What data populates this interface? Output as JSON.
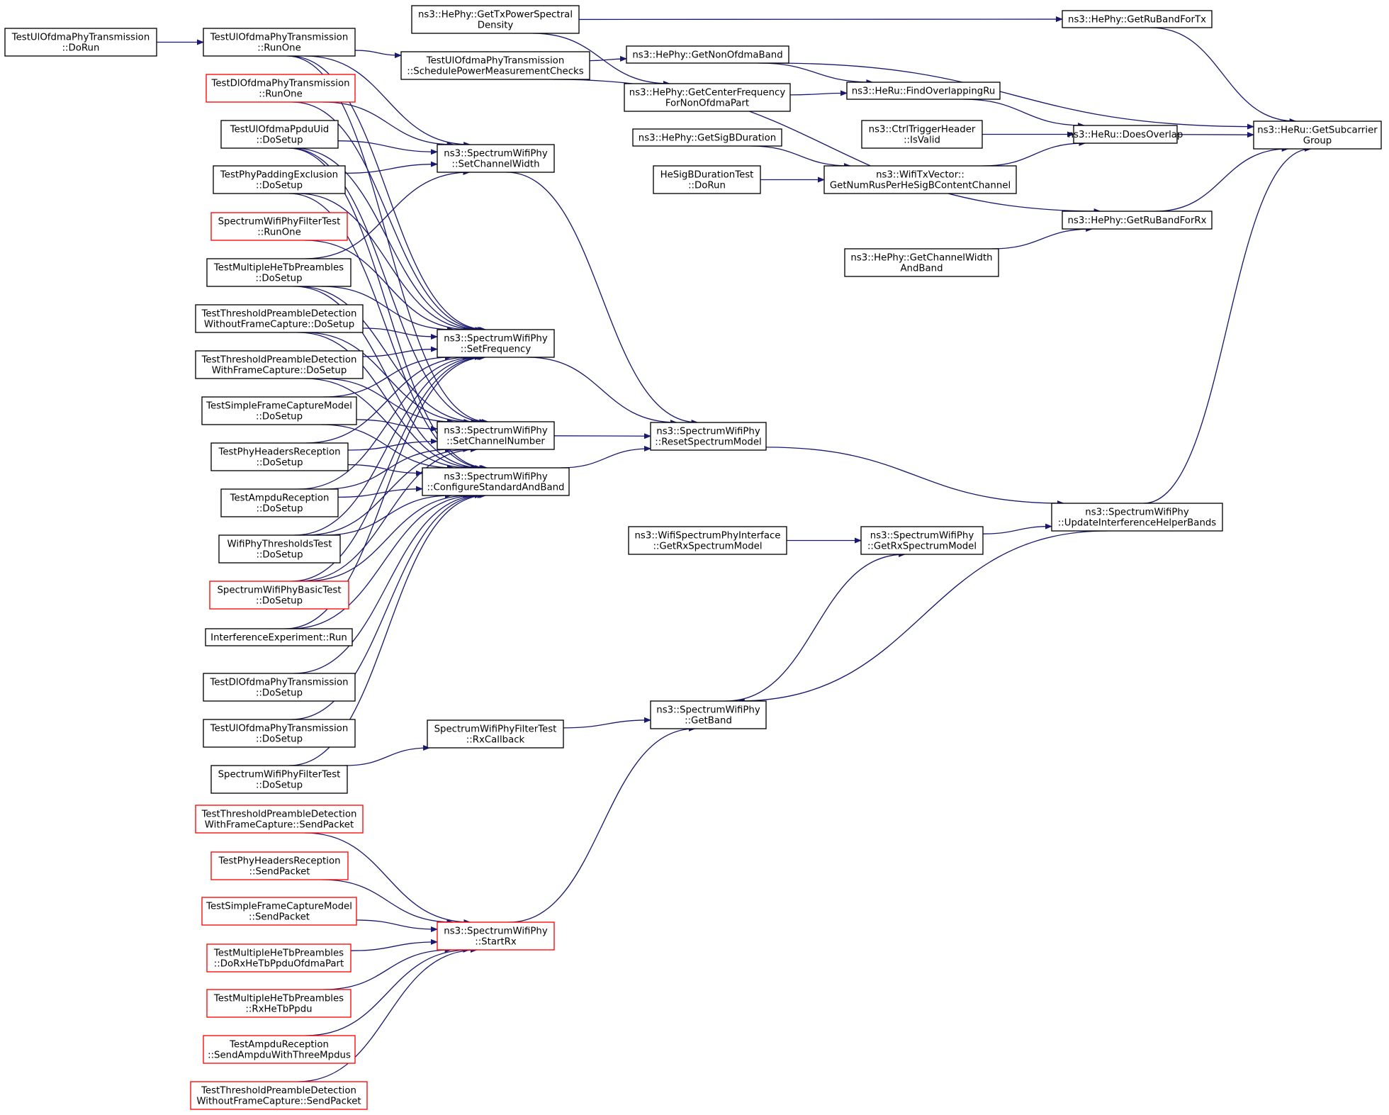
{
  "colors": {
    "edge": "#191970",
    "node_border": "#000000",
    "node_border_incomplete": "#ff0000",
    "node_fill": "#ffffff",
    "focus_fill": "#bfbfbf"
  },
  "nodes": [
    {
      "id": "getsub",
      "lines": [
        "ns3::HeRu::GetSubcarrier",
        "Group"
      ],
      "style": "focus"
    },
    {
      "id": "getrubandtx",
      "lines": [
        "ns3::HePhy::GetRuBandForTx"
      ],
      "style": "normal"
    },
    {
      "id": "gettxpsd",
      "lines": [
        "ns3::HePhy::GetTxPowerSpectral",
        "Density"
      ],
      "style": "normal"
    },
    {
      "id": "doesoverlap",
      "lines": [
        "ns3::HeRu::DoesOverlap"
      ],
      "style": "normal"
    },
    {
      "id": "getrubandrx",
      "lines": [
        "ns3::HePhy::GetRuBandForRx"
      ],
      "style": "normal"
    },
    {
      "id": "updatebands",
      "lines": [
        "ns3::SpectrumWifiPhy",
        "::UpdateInterferenceHelperBands"
      ],
      "style": "normal"
    },
    {
      "id": "getnonofdma",
      "lines": [
        "ns3::HePhy::GetNonOfdmaBand"
      ],
      "style": "normal"
    },
    {
      "id": "findoverlap",
      "lines": [
        "ns3::HeRu::FindOverlappingRu"
      ],
      "style": "normal"
    },
    {
      "id": "getcenterfreq",
      "lines": [
        "ns3::HePhy::GetCenterFrequency",
        "ForNonOfdmaPart"
      ],
      "style": "normal"
    },
    {
      "id": "ctrlvalid",
      "lines": [
        "ns3::CtrlTriggerHeader",
        "::IsValid"
      ],
      "style": "normal"
    },
    {
      "id": "getnumrus",
      "lines": [
        "ns3::WifiTxVector::",
        "GetNumRusPerHeSigBContentChannel"
      ],
      "style": "normal"
    },
    {
      "id": "getsigb",
      "lines": [
        "ns3::HePhy::GetSigBDuration"
      ],
      "style": "normal"
    },
    {
      "id": "hesigbtest",
      "lines": [
        "HeSigBDurationTest",
        "::DoRun"
      ],
      "style": "normal"
    },
    {
      "id": "getchwidthband",
      "lines": [
        "ns3::HePhy::GetChannelWidth",
        "AndBand"
      ],
      "style": "normal"
    },
    {
      "id": "schedpower",
      "lines": [
        "TestUlOfdmaPhyTransmission",
        "::SchedulePowerMeasurementChecks"
      ],
      "style": "normal"
    },
    {
      "id": "ulrunone",
      "lines": [
        "TestUlOfdmaPhyTransmission",
        "::RunOne"
      ],
      "style": "normal"
    },
    {
      "id": "uldorun",
      "lines": [
        "TestUlOfdmaPhyTransmission",
        "::DoRun"
      ],
      "style": "normal"
    },
    {
      "id": "resetspec",
      "lines": [
        "ns3::SpectrumWifiPhy",
        "::ResetSpectrumModel"
      ],
      "style": "normal"
    },
    {
      "id": "getrxspec",
      "lines": [
        "ns3::SpectrumWifiPhy",
        "::GetRxSpectrumModel"
      ],
      "style": "normal"
    },
    {
      "id": "ifgetrxspec",
      "lines": [
        "ns3::WifiSpectrumPhyInterface",
        "::GetRxSpectrumModel"
      ],
      "style": "normal"
    },
    {
      "id": "getband",
      "lines": [
        "ns3::SpectrumWifiPhy",
        "::GetBand"
      ],
      "style": "normal"
    },
    {
      "id": "setchwidth",
      "lines": [
        "ns3::SpectrumWifiPhy",
        "::SetChannelWidth"
      ],
      "style": "normal"
    },
    {
      "id": "setfreq",
      "lines": [
        "ns3::SpectrumWifiPhy",
        "::SetFrequency"
      ],
      "style": "normal"
    },
    {
      "id": "setchnum",
      "lines": [
        "ns3::SpectrumWifiPhy",
        "::SetChannelNumber"
      ],
      "style": "normal"
    },
    {
      "id": "configstd",
      "lines": [
        "ns3::SpectrumWifiPhy",
        "::ConfigureStandardAndBand"
      ],
      "style": "normal"
    },
    {
      "id": "startrx",
      "lines": [
        "ns3::SpectrumWifiPhy",
        "::StartRx"
      ],
      "style": "incomplete"
    },
    {
      "id": "filterrxcb",
      "lines": [
        "SpectrumWifiPhyFilterTest",
        "::RxCallback"
      ],
      "style": "normal"
    },
    {
      "id": "dlrunone",
      "lines": [
        "TestDlOfdmaPhyTransmission",
        "::RunOne"
      ],
      "style": "incomplete"
    },
    {
      "id": "ppduuid",
      "lines": [
        "TestUlOfdmaPpduUid",
        "::DoSetup"
      ],
      "style": "normal"
    },
    {
      "id": "padding",
      "lines": [
        "TestPhyPaddingExclusion",
        "::DoSetup"
      ],
      "style": "normal"
    },
    {
      "id": "filterrunone",
      "lines": [
        "SpectrumWifiPhyFilterTest",
        "::RunOne"
      ],
      "style": "incomplete"
    },
    {
      "id": "multihe",
      "lines": [
        "TestMultipleHeTbPreambles",
        "::DoSetup"
      ],
      "style": "normal"
    },
    {
      "id": "thrwithout",
      "lines": [
        "TestThresholdPreambleDetection",
        "WithoutFrameCapture::DoSetup"
      ],
      "style": "normal"
    },
    {
      "id": "thrwith",
      "lines": [
        "TestThresholdPreambleDetection",
        "WithFrameCapture::DoSetup"
      ],
      "style": "normal"
    },
    {
      "id": "simplecap",
      "lines": [
        "TestSimpleFrameCaptureModel",
        "::DoSetup"
      ],
      "style": "normal"
    },
    {
      "id": "headers",
      "lines": [
        "TestPhyHeadersReception",
        "::DoSetup"
      ],
      "style": "normal"
    },
    {
      "id": "ampdu",
      "lines": [
        "TestAmpduReception",
        "::DoSetup"
      ],
      "style": "normal"
    },
    {
      "id": "thresholds",
      "lines": [
        "WifiPhyThresholdsTest",
        "::DoSetup"
      ],
      "style": "normal"
    },
    {
      "id": "basic",
      "lines": [
        "SpectrumWifiPhyBasicTest",
        "::DoSetup"
      ],
      "style": "incomplete"
    },
    {
      "id": "interference",
      "lines": [
        "InterferenceExperiment::Run"
      ],
      "style": "normal"
    },
    {
      "id": "dldosetup",
      "lines": [
        "TestDlOfdmaPhyTransmission",
        "::DoSetup"
      ],
      "style": "normal"
    },
    {
      "id": "uldosetup",
      "lines": [
        "TestUlOfdmaPhyTransmission",
        "::DoSetup"
      ],
      "style": "normal"
    },
    {
      "id": "filterdosetup",
      "lines": [
        "SpectrumWifiPhyFilterTest",
        "::DoSetup"
      ],
      "style": "normal"
    },
    {
      "id": "sp_thrwith",
      "lines": [
        "TestThresholdPreambleDetection",
        "WithFrameCapture::SendPacket"
      ],
      "style": "incomplete"
    },
    {
      "id": "sp_headers",
      "lines": [
        "TestPhyHeadersReception",
        "::SendPacket"
      ],
      "style": "incomplete"
    },
    {
      "id": "sp_simple",
      "lines": [
        "TestSimpleFrameCaptureModel",
        "::SendPacket"
      ],
      "style": "incomplete"
    },
    {
      "id": "multihe_ofdma",
      "lines": [
        "TestMultipleHeTbPreambles",
        "::DoRxHeTbPpduOfdmaPart"
      ],
      "style": "incomplete"
    },
    {
      "id": "multihe_rx",
      "lines": [
        "TestMultipleHeTbPreambles",
        "::RxHeTbPpdu"
      ],
      "style": "incomplete"
    },
    {
      "id": "ampdu_send",
      "lines": [
        "TestAmpduReception",
        "::SendAmpduWithThreeMpdus"
      ],
      "style": "incomplete"
    },
    {
      "id": "sp_thrwithout",
      "lines": [
        "TestThresholdPreambleDetection",
        "WithoutFrameCapture::SendPacket"
      ],
      "style": "incomplete"
    }
  ],
  "edges": [
    [
      "getrubandtx",
      "getsub"
    ],
    [
      "getnonofdma",
      "getsub"
    ],
    [
      "doesoverlap",
      "getsub"
    ],
    [
      "getrubandrx",
      "getsub"
    ],
    [
      "updatebands",
      "getsub"
    ],
    [
      "gettxpsd",
      "getrubandtx"
    ],
    [
      "gettxpsd",
      "getcenterfreq"
    ],
    [
      "getnonofdma",
      "findoverlap"
    ],
    [
      "getcenterfreq",
      "findoverlap"
    ],
    [
      "findoverlap",
      "doesoverlap"
    ],
    [
      "ctrlvalid",
      "doesoverlap"
    ],
    [
      "getnumrus",
      "doesoverlap"
    ],
    [
      "getsigb",
      "getnumrus"
    ],
    [
      "hesigbtest",
      "getnumrus"
    ],
    [
      "schedpower",
      "getnonofdma"
    ],
    [
      "schedpower",
      "getrubandrx"
    ],
    [
      "getchwidthband",
      "getrubandrx"
    ],
    [
      "ulrunone",
      "schedpower"
    ],
    [
      "uldorun",
      "ulrunone"
    ],
    [
      "resetspec",
      "updatebands"
    ],
    [
      "getrxspec",
      "updatebands"
    ],
    [
      "ifgetrxspec",
      "getrxspec"
    ],
    [
      "getband",
      "getrxspec"
    ],
    [
      "updatebands",
      "getband"
    ],
    [
      "filterrxcb",
      "getband"
    ],
    [
      "startrx",
      "getband"
    ],
    [
      "setchwidth",
      "resetspec"
    ],
    [
      "setfreq",
      "resetspec"
    ],
    [
      "setchnum",
      "resetspec"
    ],
    [
      "configstd",
      "resetspec"
    ],
    [
      "filterdosetup",
      "filterrxcb"
    ],
    [
      "ulrunone",
      "setchwidth"
    ],
    [
      "dlrunone",
      "setchwidth"
    ],
    [
      "ppduuid",
      "setchwidth"
    ],
    [
      "padding",
      "setchwidth"
    ],
    [
      "multihe",
      "setchwidth"
    ],
    [
      "ulrunone",
      "setfreq"
    ],
    [
      "dlrunone",
      "setfreq"
    ],
    [
      "ppduuid",
      "setfreq"
    ],
    [
      "padding",
      "setfreq"
    ],
    [
      "filterrunone",
      "setfreq"
    ],
    [
      "multihe",
      "setfreq"
    ],
    [
      "thrwithout",
      "setfreq"
    ],
    [
      "thrwith",
      "setfreq"
    ],
    [
      "simplecap",
      "setfreq"
    ],
    [
      "headers",
      "setfreq"
    ],
    [
      "ampdu",
      "setfreq"
    ],
    [
      "thresholds",
      "setfreq"
    ],
    [
      "basic",
      "setfreq"
    ],
    [
      "interference",
      "setfreq"
    ],
    [
      "ulrunone",
      "setchnum"
    ],
    [
      "ppduuid",
      "setchnum"
    ],
    [
      "multihe",
      "setchnum"
    ],
    [
      "thrwithout",
      "setchnum"
    ],
    [
      "thrwith",
      "setchnum"
    ],
    [
      "simplecap",
      "setchnum"
    ],
    [
      "headers",
      "setchnum"
    ],
    [
      "ampdu",
      "setchnum"
    ],
    [
      "thresholds",
      "setchnum"
    ],
    [
      "basic",
      "setchnum"
    ],
    [
      "ppduuid",
      "configstd"
    ],
    [
      "padding",
      "configstd"
    ],
    [
      "multihe",
      "configstd"
    ],
    [
      "thrwithout",
      "configstd"
    ],
    [
      "thrwith",
      "configstd"
    ],
    [
      "simplecap",
      "configstd"
    ],
    [
      "headers",
      "configstd"
    ],
    [
      "ampdu",
      "configstd"
    ],
    [
      "thresholds",
      "configstd"
    ],
    [
      "basic",
      "configstd"
    ],
    [
      "interference",
      "configstd"
    ],
    [
      "dldosetup",
      "configstd"
    ],
    [
      "uldosetup",
      "configstd"
    ],
    [
      "filterdosetup",
      "configstd"
    ],
    [
      "sp_thrwith",
      "startrx"
    ],
    [
      "sp_headers",
      "startrx"
    ],
    [
      "sp_simple",
      "startrx"
    ],
    [
      "multihe_ofdma",
      "startrx"
    ],
    [
      "multihe_rx",
      "startrx"
    ],
    [
      "ampdu_send",
      "startrx"
    ],
    [
      "sp_thrwithout",
      "startrx"
    ]
  ]
}
